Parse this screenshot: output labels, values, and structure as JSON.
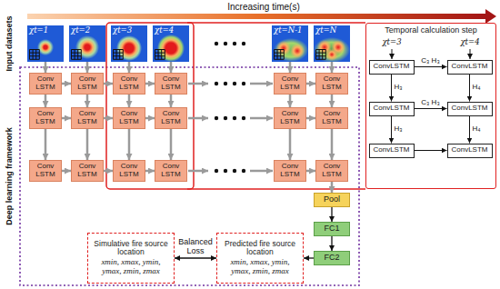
{
  "diagram": {
    "nodes": [
      {
        "text": [
          "χt=1"
        ]
      },
      {
        "text": [
          "χt=2"
        ]
      },
      {
        "text": [
          "χt=3"
        ]
      },
      {
        "text": [
          "χt=4"
        ]
      },
      {
        "text": [
          "χt=N-1"
        ]
      },
      {
        "text": [
          "χt=N"
        ]
      },
      {
        "text": [
          "Conv LSTM"
        ]
      },
      {
        "text": [
          "Conv LSTM"
        ]
      },
      {
        "text": [
          "Conv LSTM"
        ]
      },
      {
        "text": [
          "Conv LSTM"
        ]
      },
      {
        "text": [
          "Conv LSTM"
        ]
      },
      {
        "text": [
          "Conv LSTM"
        ]
      },
      {
        "text": [
          "Conv LSTM"
        ]
      },
      {
        "text": [
          "Conv LSTM"
        ]
      },
      {
        "text": [
          "Conv LSTM"
        ]
      },
      {
        "text": [
          "Conv LSTM"
        ]
      },
      {
        "text": [
          "Conv LSTM"
        ]
      },
      {
        "text": [
          "Conv LSTM"
        ]
      },
      {
        "text": [
          "Conv LSTM"
        ]
      },
      {
        "text": [
          "Conv LSTM"
        ]
      },
      {
        "text": [
          "Conv LSTM"
        ]
      },
      {
        "text": [
          "Conv LSTM"
        ]
      },
      {
        "text": [
          "Conv LSTM"
        ]
      },
      {
        "text": [
          "Conv LSTM"
        ]
      },
      {
        "text": [
          "Pool"
        ]
      },
      {
        "text": [
          "FC1"
        ]
      },
      {
        "text": [
          "FC2"
        ]
      },
      {
        "text": [
          "Simulative fire source location",
          "xmin, xmax, ymin, ymax, zmin, zmax"
        ]
      },
      {
        "text": [
          "Predicted fire source location",
          "xmin, xmax, ymin, ymax, zmin, zmax"
        ]
      },
      {
        "text": [
          "Temporal calculation step"
        ]
      },
      {
        "text": [
          "ConvLSTM"
        ],
        "in": 29
      },
      {
        "text": [
          "ConvLSTM"
        ],
        "in": 29
      },
      {
        "text": [
          "ConvLSTM"
        ],
        "in": 29
      },
      {
        "text": [
          "ConvLSTM"
        ],
        "in": 29
      },
      {
        "text": [
          "ConvLSTM"
        ],
        "in": 29
      },
      {
        "text": [
          "ConvLSTM"
        ],
        "in": 29
      }
    ],
    "edges": [
      {
        "from": 0,
        "to": 6,
        "arrow": "to"
      },
      {
        "from": 1,
        "to": 7,
        "arrow": "to"
      },
      {
        "from": 2,
        "to": 8,
        "arrow": "to"
      },
      {
        "from": 3,
        "to": 9,
        "arrow": "to"
      },
      {
        "from": 4,
        "to": 10,
        "arrow": "to"
      },
      {
        "from": 5,
        "to": 11,
        "arrow": "to"
      },
      {
        "from": 6,
        "to": 7,
        "arrow": "to"
      },
      {
        "from": 7,
        "to": 8,
        "arrow": "to"
      },
      {
        "from": 8,
        "to": 9,
        "arrow": "to"
      },
      {
        "from": 10,
        "to": 11,
        "arrow": "to"
      },
      {
        "from": 12,
        "to": 13,
        "arrow": "to"
      },
      {
        "from": 13,
        "to": 14,
        "arrow": "to"
      },
      {
        "from": 14,
        "to": 15,
        "arrow": "to"
      },
      {
        "from": 16,
        "to": 17,
        "arrow": "to"
      },
      {
        "from": 18,
        "to": 19,
        "arrow": "to"
      },
      {
        "from": 19,
        "to": 20,
        "arrow": "to"
      },
      {
        "from": 20,
        "to": 21,
        "arrow": "to"
      },
      {
        "from": 22,
        "to": 23,
        "arrow": "to"
      },
      {
        "from": 6,
        "to": 12,
        "arrow": "to"
      },
      {
        "from": 7,
        "to": 13,
        "arrow": "to"
      },
      {
        "from": 8,
        "to": 14,
        "arrow": "to"
      },
      {
        "from": 9,
        "to": 15,
        "arrow": "to"
      },
      {
        "from": 10,
        "to": 16,
        "arrow": "to"
      },
      {
        "from": 11,
        "to": 17,
        "arrow": "to"
      },
      {
        "from": 12,
        "to": 18,
        "arrow": "to"
      },
      {
        "from": 13,
        "to": 19,
        "arrow": "to"
      },
      {
        "from": 14,
        "to": 20,
        "arrow": "to"
      },
      {
        "from": 15,
        "to": 21,
        "arrow": "to"
      },
      {
        "from": 16,
        "to": 22,
        "arrow": "to"
      },
      {
        "from": 17,
        "to": 23,
        "arrow": "to"
      },
      {
        "from": 23,
        "to": 24,
        "arrow": "to"
      },
      {
        "from": 24,
        "to": 25,
        "arrow": "to"
      },
      {
        "from": 25,
        "to": 26,
        "arrow": "to"
      },
      {
        "from": 26,
        "to": 28,
        "arrow": "to"
      },
      {
        "from": 27,
        "to": 28,
        "label": "Balanced Loss",
        "arrow": "both"
      },
      {
        "from": 30,
        "to": 31,
        "label": "C₃ H₃",
        "arrow": "to"
      },
      {
        "from": 32,
        "to": 33,
        "label": "C₃ H₃",
        "arrow": "to"
      },
      {
        "from": 34,
        "to": 35,
        "arrow": "to"
      },
      {
        "from": 30,
        "to": 32,
        "label": "H₃",
        "arrow": "to"
      },
      {
        "from": 31,
        "to": 33,
        "label": "H₄",
        "arrow": "to"
      },
      {
        "from": 32,
        "to": 34,
        "label": "H₃",
        "arrow": "to"
      },
      {
        "from": 33,
        "to": 35,
        "label": "H₄",
        "arrow": "to"
      }
    ],
    "labels": [
      "Increasing time(s)",
      "Input datasets",
      "Deep learning framework",
      "χt=3",
      "χt=4"
    ]
  }
}
